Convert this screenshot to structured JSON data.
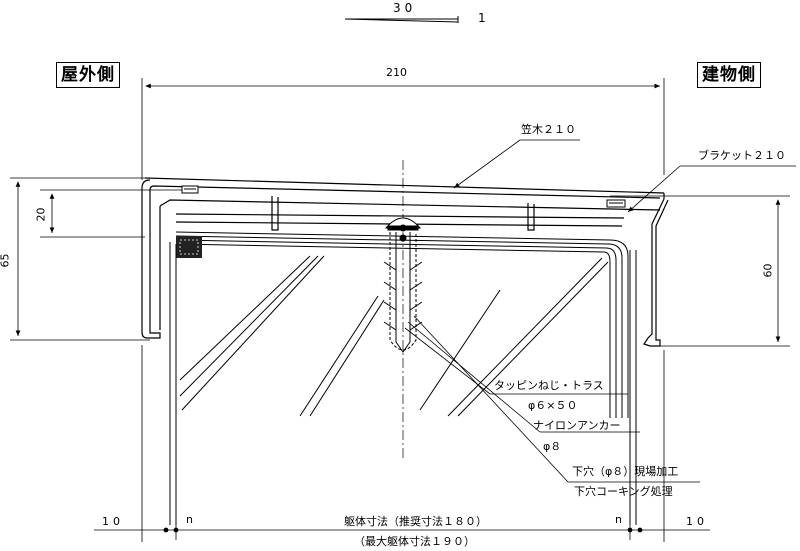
{
  "slope": {
    "run": "30",
    "rise": "1"
  },
  "sides": {
    "outdoor": "屋外側",
    "indoor": "建物側"
  },
  "dimensions": {
    "overall_width": "210",
    "cap_depth": "20",
    "outer_height": "65",
    "inner_height": "60",
    "left_offset": "10",
    "right_offset": "10",
    "left_gap": "n",
    "right_gap": "n",
    "body_size": "躯体寸法（推奨寸法１８０）",
    "max_body_size": "（最大躯体寸法１９０）"
  },
  "labels": {
    "coping": "笠木２１０",
    "bracket": "ブラケット２１０",
    "screw": "タッピンねじ・トラス",
    "screw_size": "φ６×５０",
    "anchor": "ナイロンアンカー",
    "anchor_size": "φ８",
    "pilot_hole": "下穴（φ８）現場加工",
    "caulking": "下穴コーキング処理"
  },
  "colors": {
    "line": "#000000",
    "background": "#ffffff"
  }
}
